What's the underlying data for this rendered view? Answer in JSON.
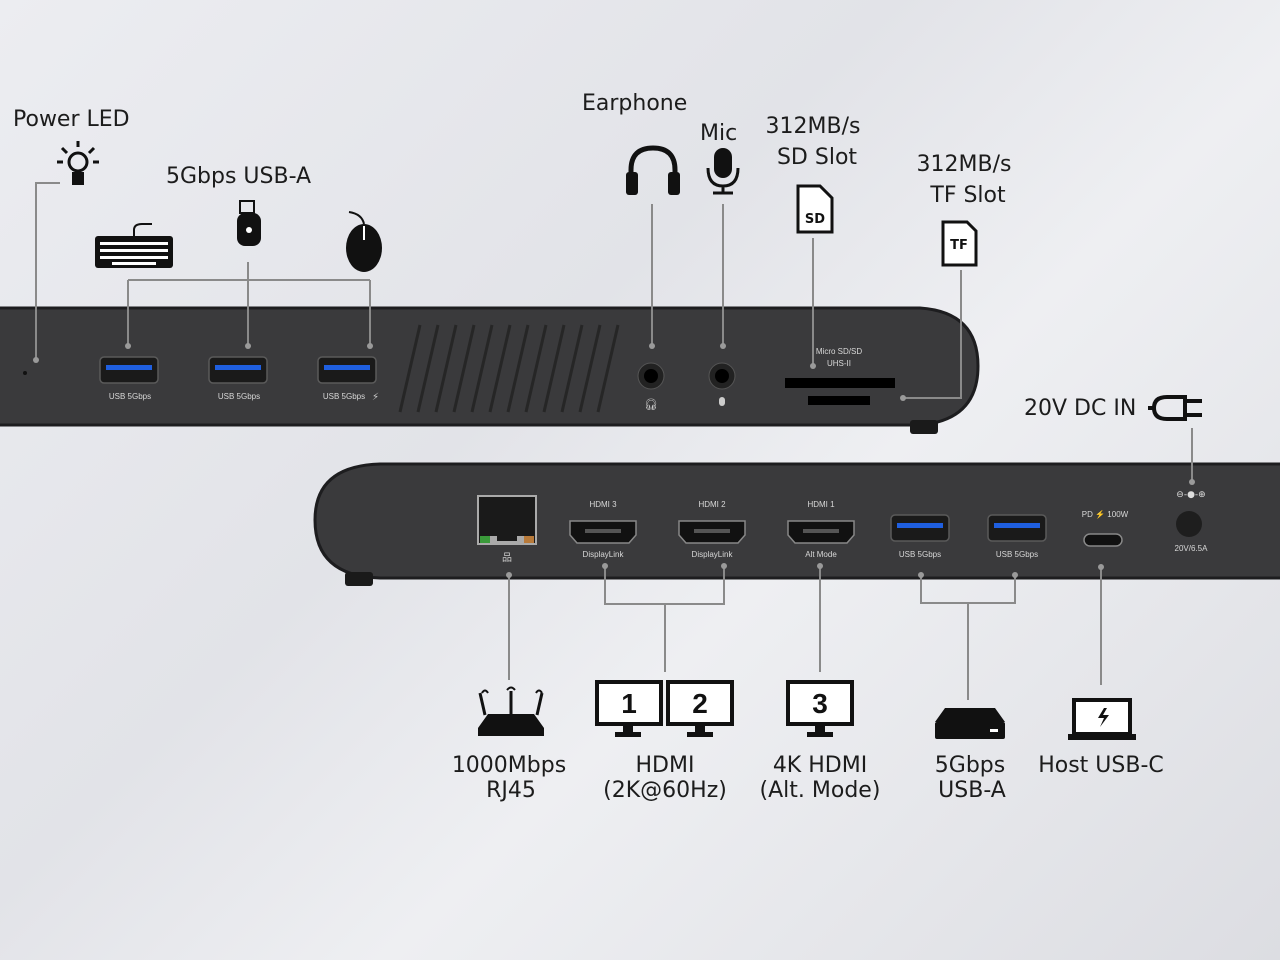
{
  "top_labels": {
    "power_led": "Power LED",
    "usb_a": "5Gbps USB-A",
    "earphone": "Earphone",
    "mic": "Mic",
    "sd_speed": "312MB/s",
    "sd_slot": "SD Slot",
    "tf_speed": "312MB/s",
    "tf_slot": "TF Slot",
    "dc_in": "20V DC IN"
  },
  "front_panel": {
    "usb_ports": [
      "USB 5Gbps",
      "USB 5Gbps",
      "USB 5Gbps"
    ],
    "card_reader": [
      "Micro SD/SD",
      "UHS-II"
    ],
    "sd_icon_text": "SD",
    "tf_icon_text": "TF"
  },
  "rear_panel": {
    "hdmi3": {
      "name": "HDMI 3",
      "sub": "DisplayLink"
    },
    "hdmi2": {
      "name": "HDMI 2",
      "sub": "DisplayLink"
    },
    "hdmi1": {
      "name": "HDMI 1",
      "sub": "Alt Mode"
    },
    "usb_ports": [
      "USB 5Gbps",
      "USB 5Gbps"
    ],
    "usbc": "PD ⚡ 100W",
    "dc": "20V/6.5A"
  },
  "bottom_labels": {
    "rj45": [
      "1000Mbps",
      "RJ45"
    ],
    "hdmi": [
      "HDMI",
      "(2K@60Hz)"
    ],
    "hdmi4k": [
      "4K HDMI",
      "(Alt. Mode)"
    ],
    "usb_a": [
      "5Gbps",
      "USB-A"
    ],
    "host": "Host USB-C",
    "monitor_numbers": [
      "1",
      "2",
      "3"
    ]
  },
  "colors": {
    "usb_blue": "#1f5fe0",
    "body": "#3a3a3c"
  }
}
